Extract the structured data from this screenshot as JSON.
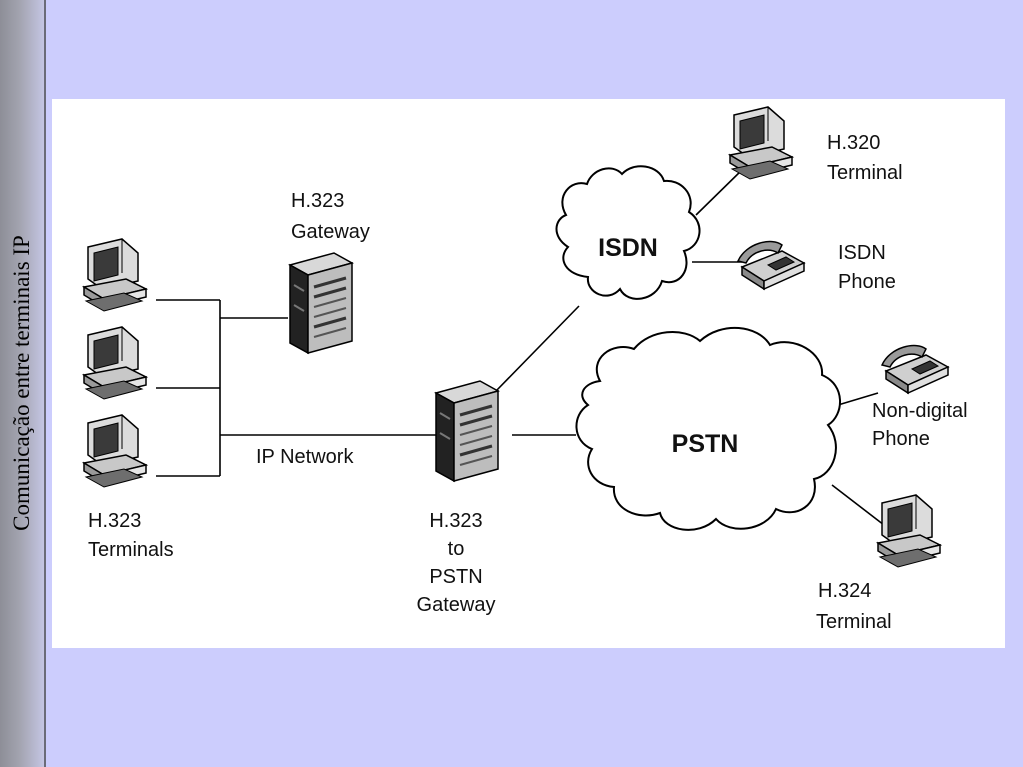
{
  "sidebar": {
    "title": "Comunicação entre terminais IP"
  },
  "diagram": {
    "h323_gateway": [
      "H.323",
      "Gateway"
    ],
    "h320_terminal": [
      "H.320",
      "Terminal"
    ],
    "isdn_phone": [
      "ISDN",
      "Phone"
    ],
    "isdn_cloud": "ISDN",
    "pstn_cloud": "PSTN",
    "ip_network": "IP Network",
    "h323_terminals": [
      "H.323",
      "Terminals"
    ],
    "pstn_gateway": [
      "H.323",
      "to",
      "PSTN",
      "Gateway"
    ],
    "non_digital_phone": [
      "Non-digital",
      "Phone"
    ],
    "h324_terminal": [
      "H.324",
      "Terminal"
    ]
  }
}
